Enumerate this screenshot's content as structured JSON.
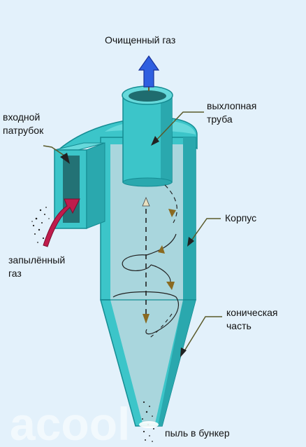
{
  "colors": {
    "background": "#e3f1fb",
    "body_fill": "#3cc5c9",
    "body_dark": "#158c93",
    "interior": "#a9d6dd",
    "clean_gas_arrow": "#2f5fe0",
    "dirty_gas_arrow": "#c01c4c",
    "pointer": "#5a5a2a"
  },
  "labels": {
    "clean_gas": "Очищенный газ",
    "outlet_pipe": [
      "выхлопная",
      "труба"
    ],
    "inlet": [
      "входной",
      "патрубок"
    ],
    "housing": "Корпус",
    "dusty_gas": [
      "запылённый",
      "газ"
    ],
    "conical_part": [
      "коническая",
      "часть"
    ],
    "dust_to_bin": "пыль в бункер"
  },
  "watermark": "acool"
}
